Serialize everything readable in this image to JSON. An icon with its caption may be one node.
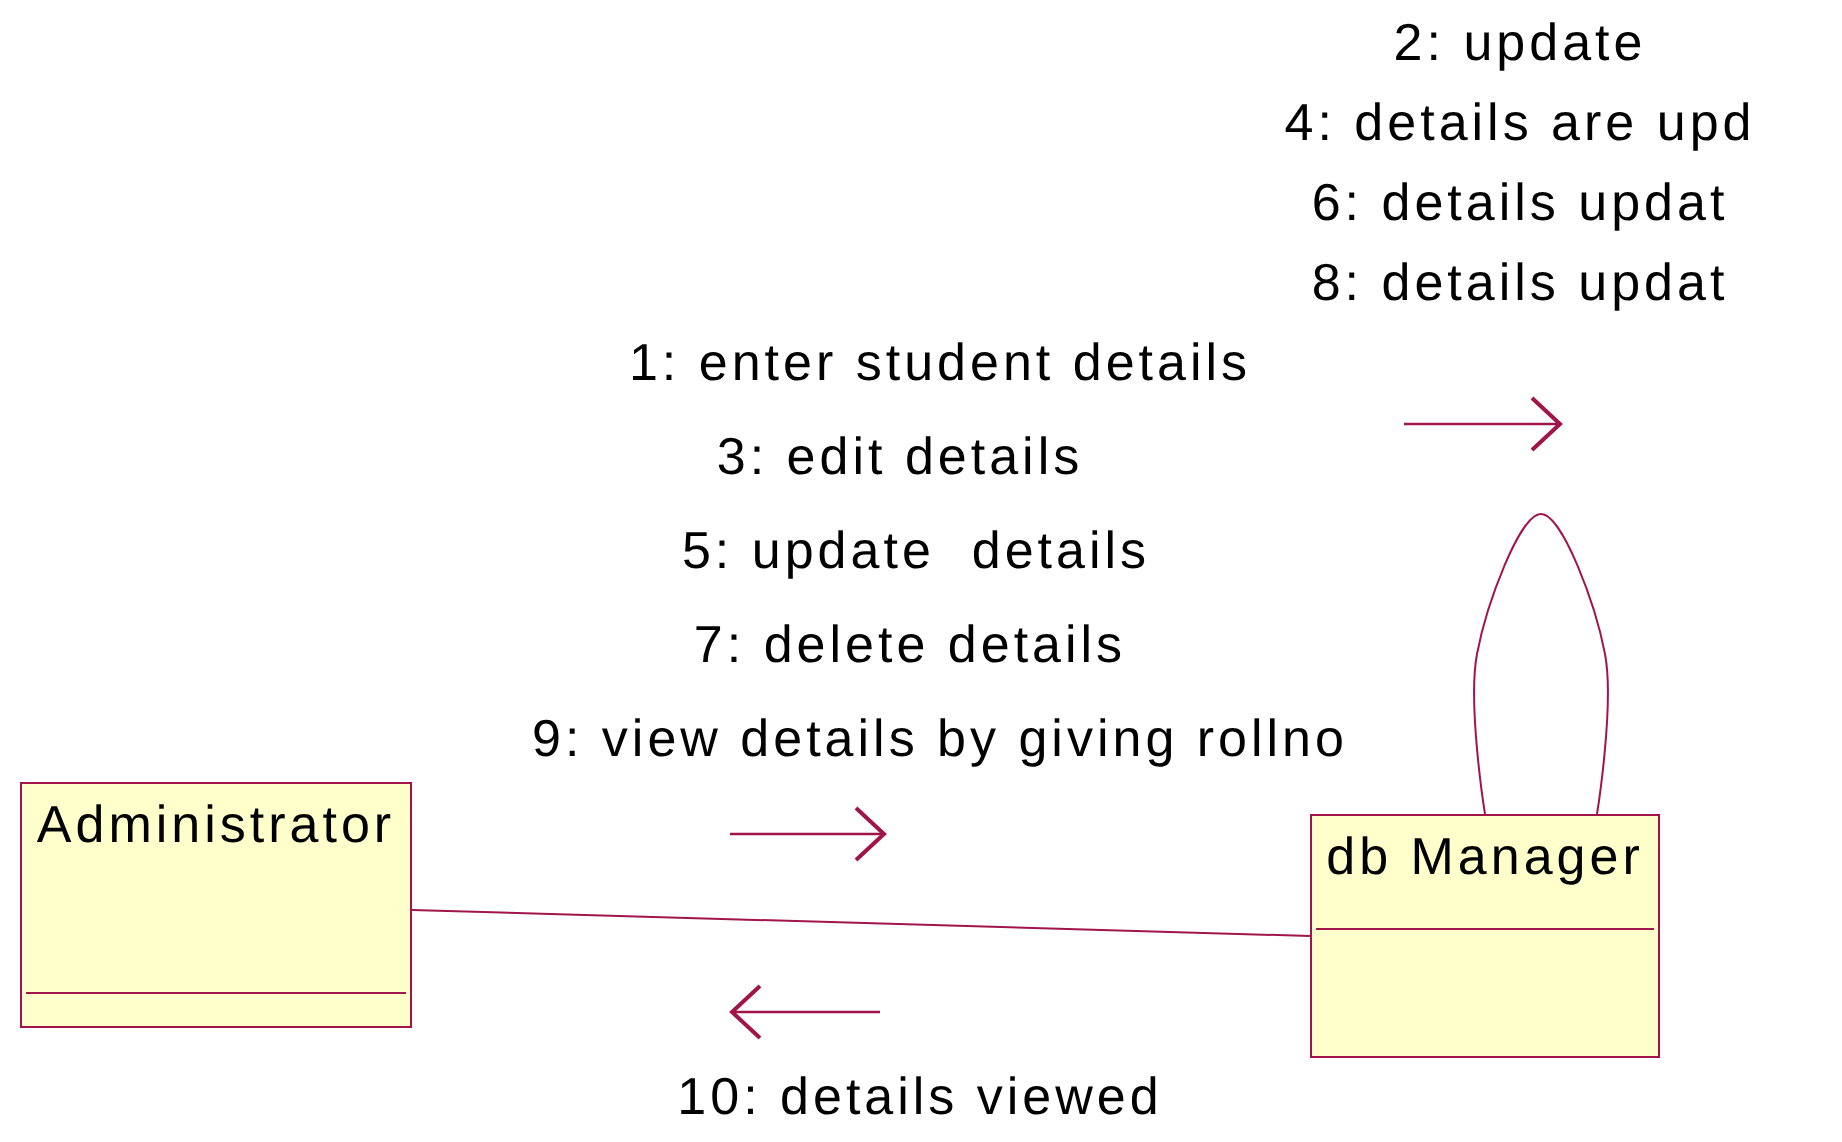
{
  "diagram": {
    "nodes": [
      {
        "text": [
          "Administrator"
        ]
      },
      {
        "text": [
          "db Manager"
        ]
      }
    ],
    "edges": [
      {
        "from": 0,
        "to": 1,
        "arrow": "none"
      },
      {
        "from": 1,
        "to": 1,
        "arrow": "none"
      }
    ],
    "labels": [
      "2: update",
      "4: details are upd",
      "6: details updat",
      "8: details updat",
      "1: enter student details",
      "3: edit details",
      "5: update  details",
      "7: delete details",
      "9: view details by giving rollno",
      "10: details viewed"
    ]
  }
}
